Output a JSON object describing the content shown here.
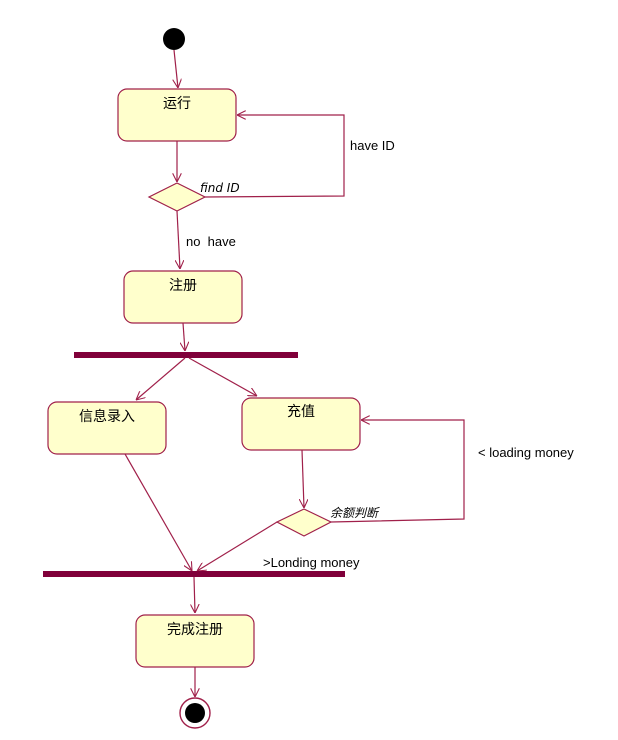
{
  "colors": {
    "line": "#a0204a",
    "node_fill": "#ffffcc",
    "bar": "#80003a",
    "dot": "#000000"
  },
  "nodes": {
    "run": "运行",
    "register": "注册",
    "info_entry": "信息录入",
    "recharge": "充值",
    "finish": "完成注册"
  },
  "decisions": {
    "find_id": "find ID",
    "balance_check": "余额判断"
  },
  "edges": {
    "have_id": "have ID",
    "no_have": "no  have",
    "less_loading": "< loading money",
    "greater_loading": ">Londing money"
  }
}
